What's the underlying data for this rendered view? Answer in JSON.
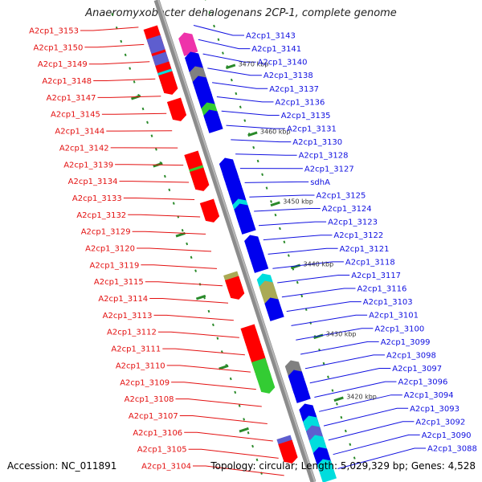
{
  "title": "Anaeromyxobacter dehalogenans 2CP-1, complete genome",
  "footer": {
    "accession": "Accession: NC_011891",
    "stats": "Topology: circular; Length: 5,029,329 bp; Genes: 4,528"
  },
  "colors": {
    "backbone": "#8c8c8c",
    "label_left": "#e31010",
    "label_right": "#1010e0",
    "tick_dash": "#2a8a2a",
    "gene_red": "#ff0000",
    "gene_blue": "#0000ee",
    "gene_green": "#33cc33",
    "gene_cyan": "#00dddd",
    "gene_purple": "#5e5ecf",
    "gene_magenta": "#ee33aa",
    "gene_olive": "#aaaa55",
    "gene_gray": "#808080"
  },
  "ticks": [
    "3470 kbp",
    "3460 kbp",
    "3450 kbp",
    "3440 kbp",
    "3430 kbp",
    "3420 kbp"
  ],
  "left_labels": [
    "A2cp1_3153",
    "A2cp1_3150",
    "A2cp1_3149",
    "A2cp1_3148",
    "A2cp1_3147",
    "A2cp1_3145",
    "A2cp1_3144",
    "A2cp1_3142",
    "A2cp1_3139",
    "A2cp1_3134",
    "A2cp1_3133",
    "A2cp1_3132",
    "A2cp1_3129",
    "A2cp1_3120",
    "A2cp1_3119",
    "A2cp1_3115",
    "A2cp1_3114",
    "A2cp1_3113",
    "A2cp1_3112",
    "A2cp1_3111",
    "A2cp1_3110",
    "A2cp1_3109",
    "A2cp1_3108",
    "A2cp1_3107",
    "A2cp1_3106",
    "A2cp1_3105",
    "A2cp1_3104"
  ],
  "right_labels": [
    "A2cp1_3143",
    "A2cp1_3141",
    "A2cp1_3140",
    "A2cp1_3138",
    "A2cp1_3137",
    "A2cp1_3136",
    "A2cp1_3135",
    "A2cp1_3131",
    "A2cp1_3130",
    "A2cp1_3128",
    "A2cp1_3127",
    "sdhA",
    "A2cp1_3125",
    "A2cp1_3124",
    "A2cp1_3123",
    "A2cp1_3122",
    "A2cp1_3121",
    "A2cp1_3118",
    "A2cp1_3117",
    "A2cp1_3116",
    "A2cp1_3103",
    "A2cp1_3101",
    "A2cp1_3100",
    "A2cp1_3099",
    "A2cp1_3098",
    "A2cp1_3097",
    "A2cp1_3096",
    "A2cp1_3094",
    "A2cp1_3093",
    "A2cp1_3092",
    "A2cp1_3090",
    "A2cp1_3088"
  ],
  "genes": [
    {
      "strand": "fwd",
      "color": "gene_red",
      "t": 0.07
    },
    {
      "strand": "fwd",
      "color": "gene_red",
      "t": 0.085
    },
    {
      "strand": "fwd",
      "color": "gene_purple",
      "t": 0.09
    },
    {
      "strand": "fwd",
      "color": "gene_red",
      "t": 0.12
    },
    {
      "strand": "fwd",
      "color": "gene_purple",
      "t": 0.125
    },
    {
      "strand": "fwd",
      "color": "gene_red",
      "t": 0.145
    },
    {
      "strand": "fwd",
      "color": "gene_cyan",
      "t": 0.16
    },
    {
      "strand": "fwd",
      "color": "gene_red",
      "t": 0.165
    },
    {
      "strand": "fwd",
      "color": "gene_red",
      "t": 0.22
    },
    {
      "strand": "fwd",
      "color": "gene_red",
      "t": 0.33
    },
    {
      "strand": "fwd",
      "color": "gene_green",
      "t": 0.36
    },
    {
      "strand": "fwd",
      "color": "gene_red",
      "t": 0.365
    },
    {
      "strand": "fwd",
      "color": "gene_red",
      "t": 0.43
    },
    {
      "strand": "fwd",
      "color": "gene_olive",
      "t": 0.58
    },
    {
      "strand": "fwd",
      "color": "gene_red",
      "t": 0.59
    },
    {
      "strand": "fwd",
      "color": "gene_red",
      "t": 0.69
    },
    {
      "strand": "fwd",
      "color": "gene_red",
      "t": 0.7
    },
    {
      "strand": "fwd",
      "color": "gene_red",
      "t": 0.715
    },
    {
      "strand": "fwd",
      "color": "gene_red",
      "t": 0.73
    },
    {
      "strand": "fwd",
      "color": "gene_red",
      "t": 0.745
    },
    {
      "strand": "fwd",
      "color": "gene_green",
      "t": 0.76
    },
    {
      "strand": "fwd",
      "color": "gene_green",
      "t": 0.785
    },
    {
      "strand": "fwd",
      "color": "gene_purple",
      "t": 0.92
    },
    {
      "strand": "fwd",
      "color": "gene_red",
      "t": 0.93
    },
    {
      "strand": "rev",
      "color": "gene_magenta",
      "t": 0.1
    },
    {
      "strand": "rev",
      "color": "gene_blue",
      "t": 0.14
    },
    {
      "strand": "rev",
      "color": "gene_blue",
      "t": 0.16
    },
    {
      "strand": "rev",
      "color": "gene_gray",
      "t": 0.17
    },
    {
      "strand": "rev",
      "color": "gene_blue",
      "t": 0.19
    },
    {
      "strand": "rev",
      "color": "gene_blue",
      "t": 0.21
    },
    {
      "strand": "rev",
      "color": "gene_green",
      "t": 0.245
    },
    {
      "strand": "rev",
      "color": "gene_blue",
      "t": 0.26
    },
    {
      "strand": "rev",
      "color": "gene_blue",
      "t": 0.36
    },
    {
      "strand": "rev",
      "color": "gene_blue",
      "t": 0.38
    },
    {
      "strand": "rev",
      "color": "gene_blue",
      "t": 0.4
    },
    {
      "strand": "rev",
      "color": "gene_blue",
      "t": 0.42
    },
    {
      "strand": "rev",
      "color": "gene_cyan",
      "t": 0.445
    },
    {
      "strand": "rev",
      "color": "gene_blue",
      "t": 0.455
    },
    {
      "strand": "rev",
      "color": "gene_blue",
      "t": 0.47
    },
    {
      "strand": "rev",
      "color": "gene_blue",
      "t": 0.52
    },
    {
      "strand": "rev",
      "color": "gene_blue",
      "t": 0.55
    },
    {
      "strand": "rev",
      "color": "gene_cyan",
      "t": 0.6
    },
    {
      "strand": "rev",
      "color": "gene_olive",
      "t": 0.615
    },
    {
      "strand": "rev",
      "color": "gene_blue",
      "t": 0.65
    },
    {
      "strand": "rev",
      "color": "gene_gray",
      "t": 0.78
    },
    {
      "strand": "rev",
      "color": "gene_blue",
      "t": 0.8
    },
    {
      "strand": "rev",
      "color": "gene_blue",
      "t": 0.82
    },
    {
      "strand": "rev",
      "color": "gene_blue",
      "t": 0.87
    },
    {
      "strand": "rev",
      "color": "gene_blue",
      "t": 0.885
    },
    {
      "strand": "rev",
      "color": "gene_cyan",
      "t": 0.895
    },
    {
      "strand": "rev",
      "color": "gene_purple",
      "t": 0.915
    },
    {
      "strand": "rev",
      "color": "gene_cyan",
      "t": 0.935
    },
    {
      "strand": "rev",
      "color": "gene_blue",
      "t": 0.96
    },
    {
      "strand": "rev",
      "color": "gene_cyan",
      "t": 0.985
    }
  ]
}
